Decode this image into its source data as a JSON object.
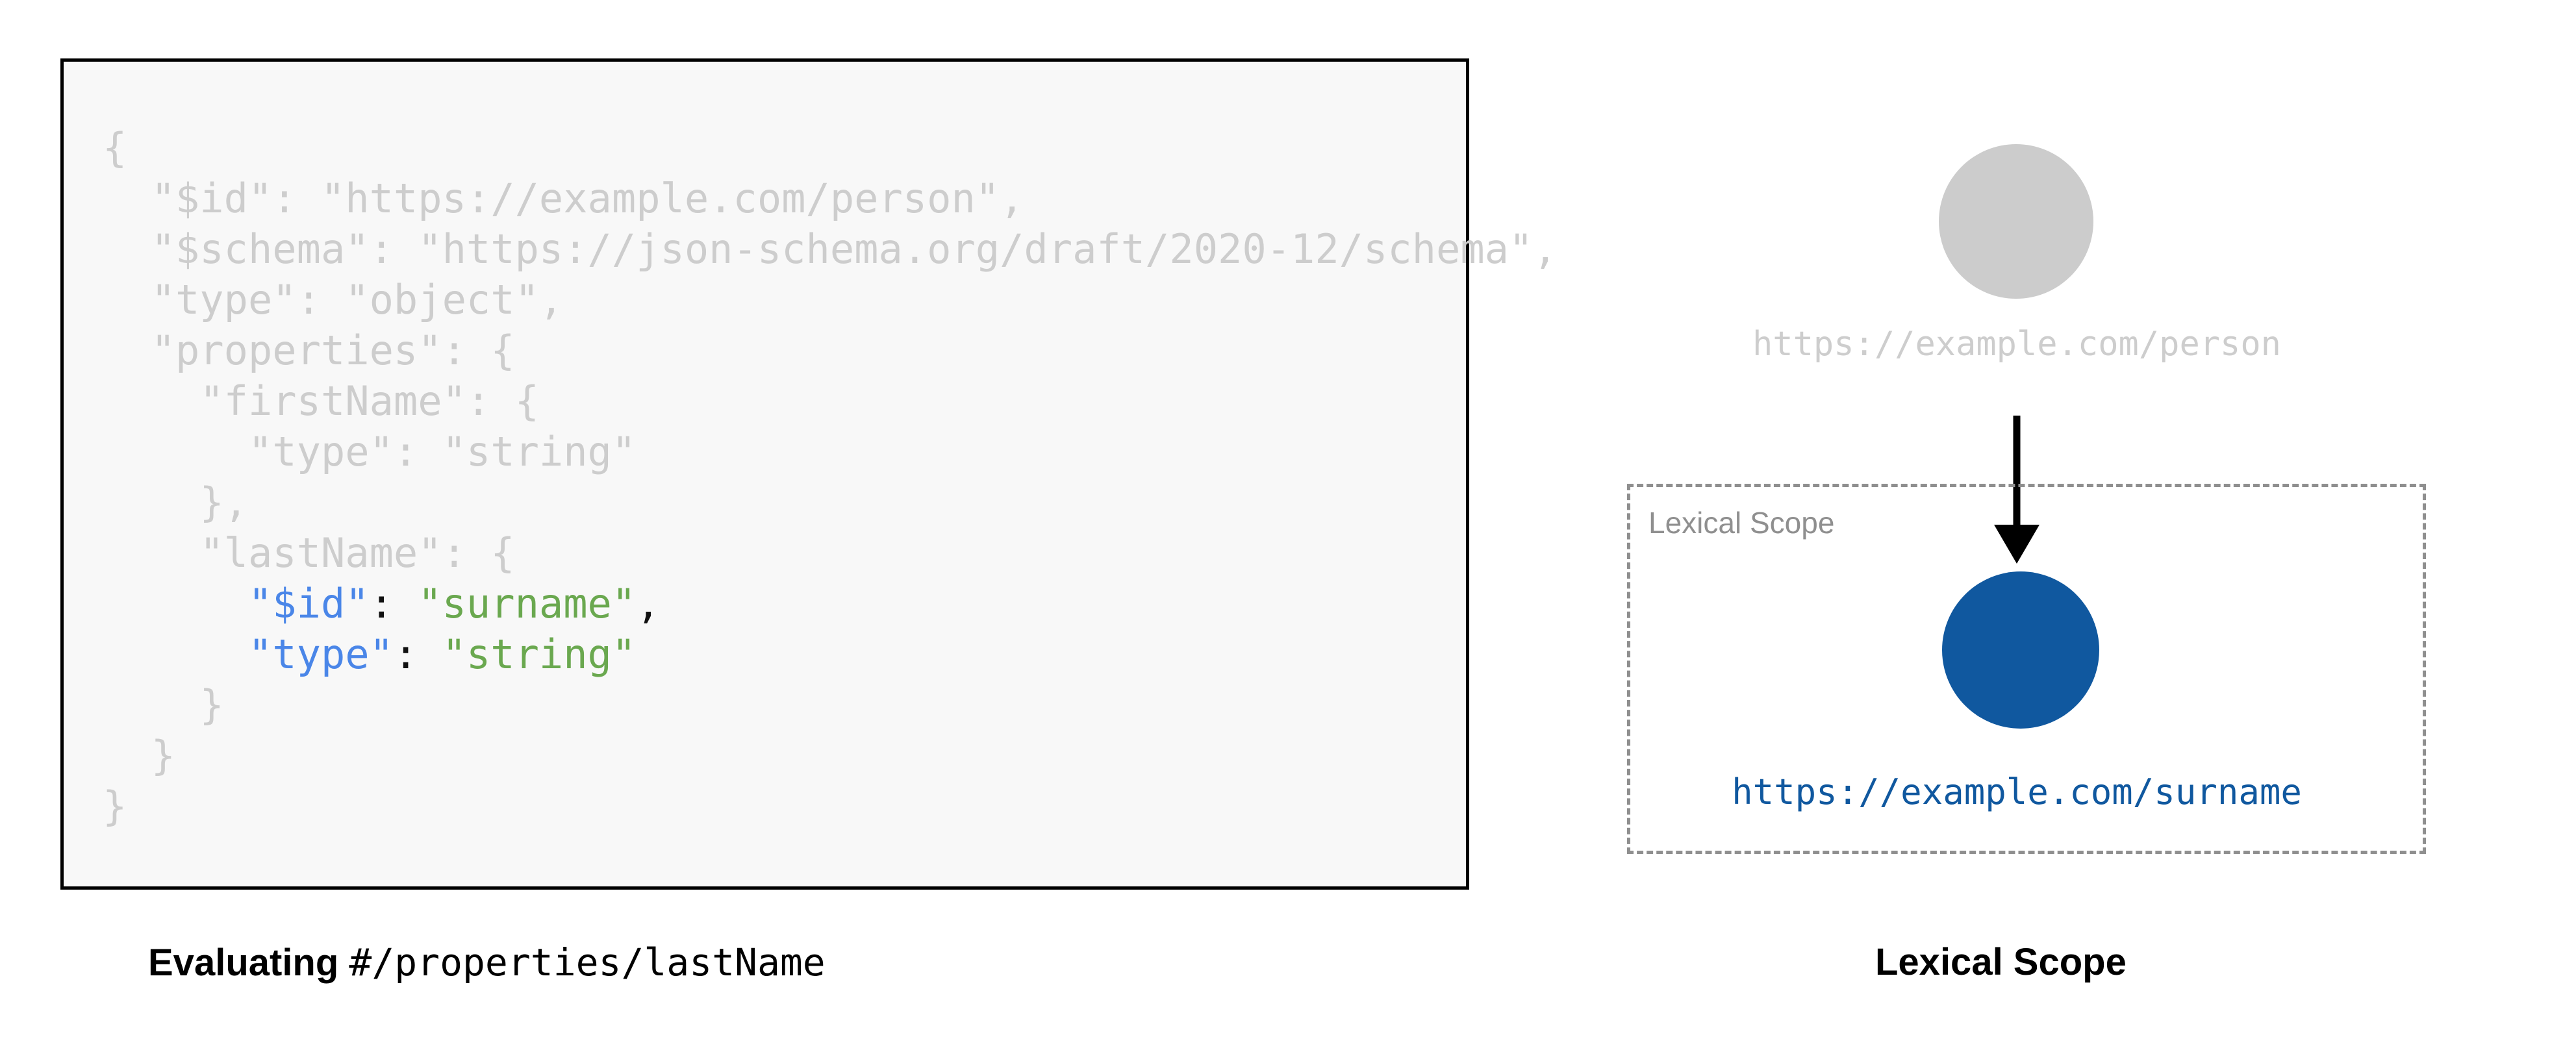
{
  "code_panel": {
    "language": "json",
    "lines": [
      {
        "indent": 0,
        "segments": [
          {
            "text": "{",
            "style": "dim"
          }
        ]
      },
      {
        "indent": 1,
        "segments": [
          {
            "text": "\"$id\": \"https://example.com/person\",",
            "style": "dim"
          }
        ]
      },
      {
        "indent": 1,
        "segments": [
          {
            "text": "\"$schema\": \"https://json-schema.org/draft/2020-12/schema\",",
            "style": "dim"
          }
        ]
      },
      {
        "indent": 1,
        "segments": [
          {
            "text": "\"type\": \"object\",",
            "style": "dim"
          }
        ]
      },
      {
        "indent": 1,
        "segments": [
          {
            "text": "\"properties\": {",
            "style": "dim"
          }
        ]
      },
      {
        "indent": 2,
        "segments": [
          {
            "text": "\"firstName\": {",
            "style": "dim"
          }
        ]
      },
      {
        "indent": 3,
        "segments": [
          {
            "text": "\"type\": \"string\"",
            "style": "dim"
          }
        ]
      },
      {
        "indent": 2,
        "segments": [
          {
            "text": "},",
            "style": "dim"
          }
        ]
      },
      {
        "indent": 2,
        "segments": [
          {
            "text": "\"lastName\": {",
            "style": "dim"
          }
        ]
      },
      {
        "indent": 3,
        "segments": [
          {
            "text": "\"$id\"",
            "style": "key"
          },
          {
            "text": ": ",
            "style": "punct"
          },
          {
            "text": "\"surname\"",
            "style": "str"
          },
          {
            "text": ",",
            "style": "punct"
          }
        ]
      },
      {
        "indent": 3,
        "segments": [
          {
            "text": "\"type\"",
            "style": "key"
          },
          {
            "text": ": ",
            "style": "punct"
          },
          {
            "text": "\"string\"",
            "style": "str"
          }
        ]
      },
      {
        "indent": 2,
        "segments": [
          {
            "text": "}",
            "style": "dim"
          }
        ]
      },
      {
        "indent": 1,
        "segments": [
          {
            "text": "}",
            "style": "dim"
          }
        ]
      },
      {
        "indent": 0,
        "segments": [
          {
            "text": "}",
            "style": "dim"
          }
        ]
      }
    ],
    "colors": {
      "dimmed_text": "#cdcdcd",
      "key": "#4a86e8",
      "string": "#6aa84f",
      "punctuation": "#111111",
      "panel_background": "#f8f8f8",
      "panel_border": "#000000"
    }
  },
  "captions": {
    "left": {
      "bold": "Evaluating",
      "mono": "#/properties/lastName"
    },
    "right": {
      "bold": "Lexical Scope",
      "mono": ""
    }
  },
  "diagram": {
    "outer_node": {
      "label": "https://example.com/person",
      "color": "#cccccc",
      "label_color": "#cdcdcd"
    },
    "arrow": {
      "direction": "down",
      "color": "#000000"
    },
    "lexical_scope": {
      "label": "Lexical Scope",
      "border_color": "#8f8f8f",
      "border_style": "dashed"
    },
    "inner_node": {
      "label": "https://example.com/surname",
      "color": "#10589f",
      "label_color": "#10589f"
    }
  }
}
